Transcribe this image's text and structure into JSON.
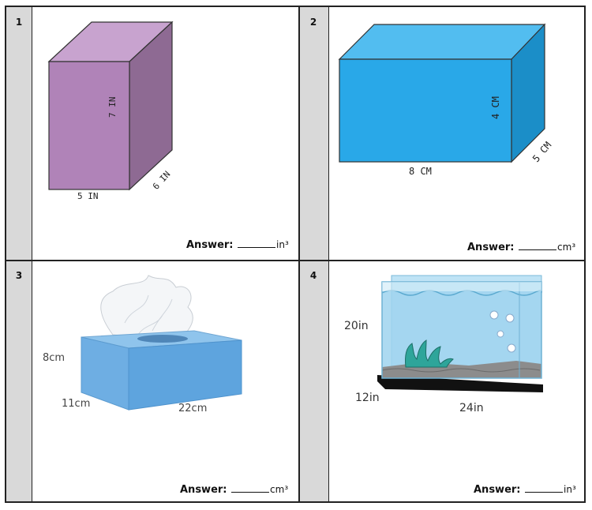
{
  "problems": [
    {
      "number": "1",
      "dims": {
        "height": "7 IN",
        "width": "5 IN",
        "depth": "6 IN"
      },
      "answer_label": "Answer:",
      "answer_unit": "in³",
      "image": "purple-rectangular-prism",
      "color": "#b083b8"
    },
    {
      "number": "2",
      "dims": {
        "height": "4 CM",
        "width": "8 CM",
        "depth": "5 CM"
      },
      "answer_label": "Answer:",
      "answer_unit": "cm³",
      "image": "blue-rectangular-prism",
      "color": "#29a8e8"
    },
    {
      "number": "3",
      "dims": {
        "height": "8cm",
        "depth": "11cm",
        "width": "22cm"
      },
      "answer_label": "Answer:",
      "answer_unit": "cm³",
      "image": "tissue-box"
    },
    {
      "number": "4",
      "dims": {
        "height": "20in",
        "depth": "12in",
        "width": "24in"
      },
      "answer_label": "Answer:",
      "answer_unit": "in³",
      "image": "fish-tank"
    }
  ]
}
